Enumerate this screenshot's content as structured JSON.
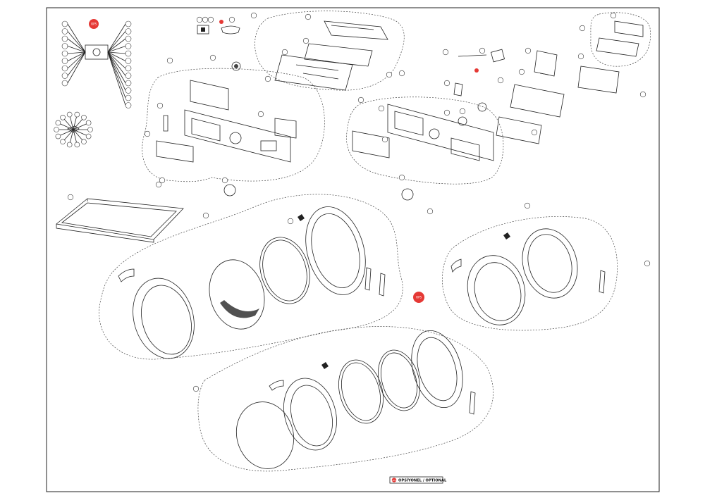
{
  "legend": {
    "badge": "OPS",
    "label": "OPSİYONEL / OPTIONAL",
    "color": "#e53935"
  },
  "marker_label": "OPS"
}
